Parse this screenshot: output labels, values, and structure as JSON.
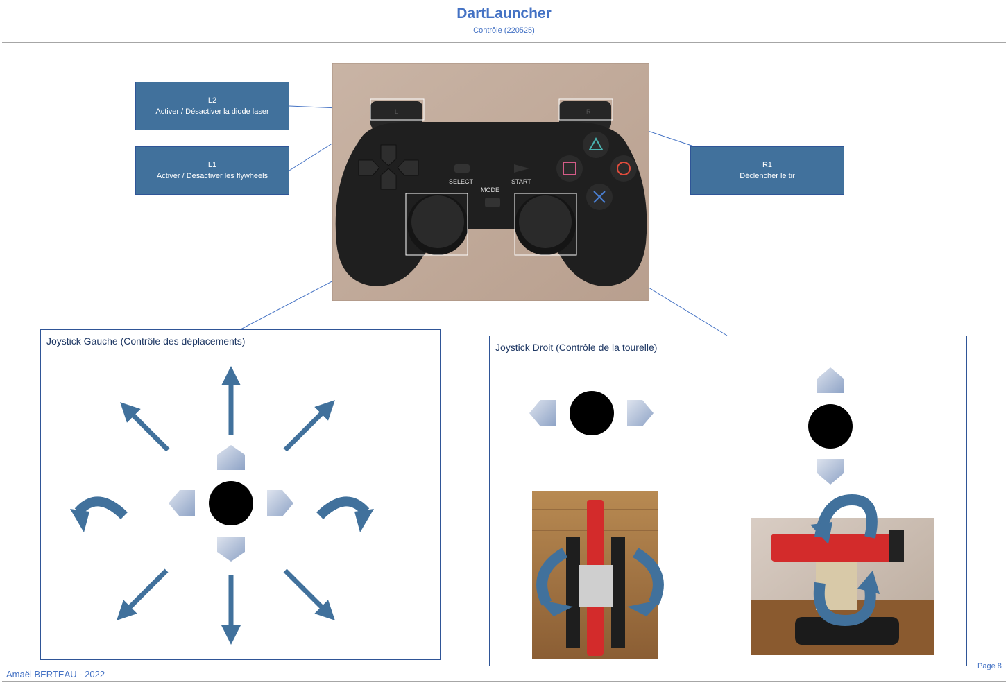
{
  "header": {
    "title": "DartLauncher",
    "subtitle": "Contrôle (220525)"
  },
  "callouts": {
    "l2": {
      "button": "L2",
      "action": "Activer / Désactiver la diode laser"
    },
    "l1": {
      "button": "L1",
      "action": "Activer / Désactiver les flywheels"
    },
    "r1": {
      "button": "R1",
      "action": "Déclencher le tir"
    }
  },
  "controller": {
    "select_label": "SELECT",
    "mode_label": "MODE",
    "start_label": "START",
    "l_label": "L",
    "r_label": "R"
  },
  "panels": {
    "left": {
      "title": "Joystick Gauche (Contrôle des déplacements)"
    },
    "right": {
      "title": "Joystick Droit (Contrôle de la tourelle)"
    }
  },
  "footer": {
    "author": "Amaël BERTEAU - 2022",
    "page": "Page 8"
  },
  "colors": {
    "accent": "#4472c4",
    "arrow": "#41719c",
    "callout": "#41719c",
    "chevron_light": "#dde3ee",
    "chevron_dark": "#8ea3c6"
  }
}
